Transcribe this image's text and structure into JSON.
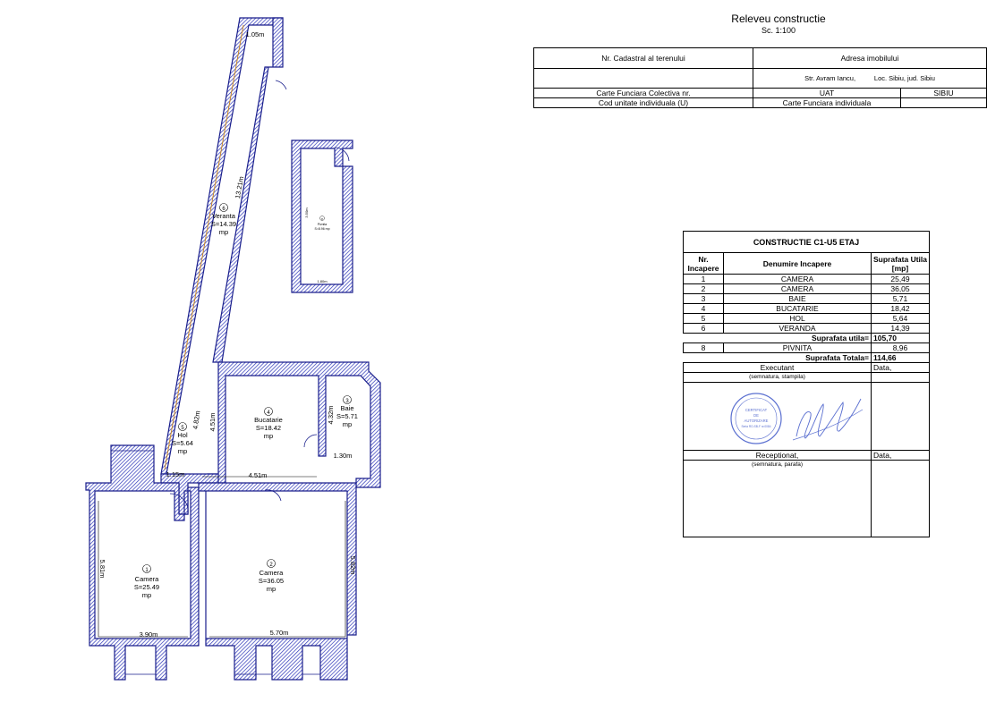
{
  "header": {
    "title": "Releveu constructie",
    "scale": "Sc. 1:100"
  },
  "info_table": {
    "cadastral_label": "Nr. Cadastral al terenului",
    "address_label": "Adresa imobilului",
    "street": "Str. Avram Iancu,",
    "locality": "Loc. Sibiu, jud. Sibiu",
    "carte_colectiva_label": "Carte Funciara Colectiva nr.",
    "uat_label": "UAT",
    "uat_value": "SIBIU",
    "cod_unitate_label": "Cod unitate individuala (U)",
    "carte_individuala_label": "Carte Funciara individuala"
  },
  "room_table": {
    "title": "CONSTRUCTIE C1-U5 ETAJ",
    "col_nr": "Nr. Incapere",
    "col_name": "Denumire Incapere",
    "col_area": "Suprafata Utila [mp]",
    "rows": [
      {
        "nr": "1",
        "name": "CAMERA",
        "area": "25,49"
      },
      {
        "nr": "2",
        "name": "CAMERA",
        "area": "36,05"
      },
      {
        "nr": "3",
        "name": "BAIE",
        "area": "5,71"
      },
      {
        "nr": "4",
        "name": "BUCATARIE",
        "area": "18,42"
      },
      {
        "nr": "5",
        "name": "HOL",
        "area": "5,64"
      },
      {
        "nr": "6",
        "name": "VERANDA",
        "area": "14,39"
      }
    ],
    "util_label": "Suprafata utila=",
    "util_value": "105,70",
    "pivnita": {
      "nr": "8",
      "name": "PIVNITA",
      "area": "8,96"
    },
    "total_label": "Suprafata Totala=",
    "total_value": "114,66",
    "executant_label": "Executant",
    "date_label": "Data,",
    "semnatura_stampila": "(semnatura, stampila)",
    "receptionat_label": "Receptionat,",
    "semnatura_parafa": "(semnatura, parafa)",
    "stamp_text": [
      "CERTIFICAT",
      "DE",
      "AUTORIZARE",
      "Seria RO-SB-F nr.0084"
    ]
  },
  "plan": {
    "rooms": [
      {
        "circle": "1",
        "name": "Camera",
        "area": "S=25.49",
        "unit": "mp"
      },
      {
        "circle": "2",
        "name": "Camera",
        "area": "S=36.05",
        "unit": "mp"
      },
      {
        "circle": "3",
        "name": "Baie",
        "area": "S=5.71",
        "unit": "mp"
      },
      {
        "circle": "4",
        "name": "Bucatarie",
        "area": "S=18.42",
        "unit": "mp"
      },
      {
        "circle": "5",
        "name": "Hol",
        "area": "S=5.64",
        "unit": "mp"
      },
      {
        "circle": "6",
        "name": "Veranta",
        "area": "S=14.39",
        "unit": "mp"
      },
      {
        "circle": "8",
        "name": "Pivnita",
        "area": "S=8.96 mp"
      }
    ],
    "dims": {
      "veranda_top": "1.05m",
      "veranda_length": "13.21m",
      "pivnita_h": "3.50m",
      "pivnita_w": "1.80m",
      "hol_h": "4.82m",
      "hol_w": "1.15m",
      "bucat_h": "4.51m",
      "bucat_w": "4.51m",
      "baie_h": "4.32m",
      "baie_w": "1.30m",
      "cam1_h": "5.81m",
      "cam1_w": "3.90m",
      "cam2_h": "5.82m",
      "cam2_w": "5.70m"
    }
  },
  "colors": {
    "wall": "#1a1f8c",
    "hatch": "#2a33b8",
    "veranda_edge": "#c98a2a",
    "stamp": "#5a6fd0"
  }
}
